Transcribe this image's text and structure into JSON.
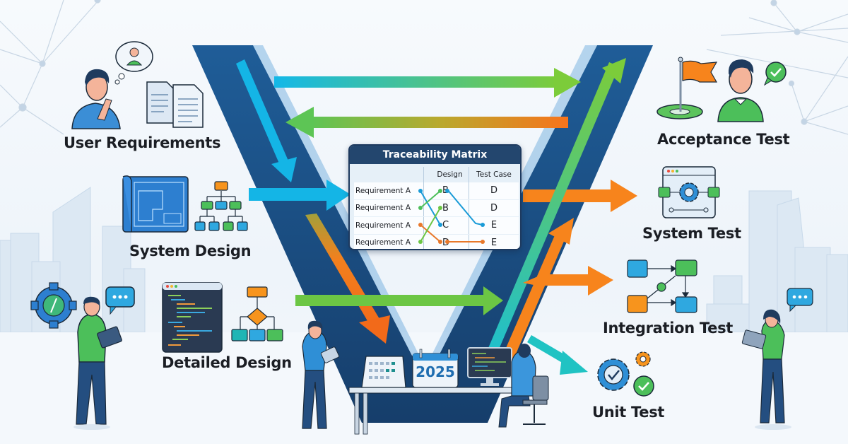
{
  "diagram": {
    "type": "v-model",
    "left_phases": [
      {
        "id": "user-requirements",
        "label": "User Requirements"
      },
      {
        "id": "system-design",
        "label": "System Design"
      },
      {
        "id": "detailed-design",
        "label": "Detailed Design"
      }
    ],
    "right_phases": [
      {
        "id": "acceptance-test",
        "label": "Acceptance Test"
      },
      {
        "id": "system-test",
        "label": "System Test"
      },
      {
        "id": "integration-test",
        "label": "Integration Test"
      },
      {
        "id": "unit-test",
        "label": "Unit Test"
      }
    ],
    "colors": {
      "v_shape": "#1f5b94",
      "v_dark": "#173f6b",
      "arrow_cyan": "#14b5e6",
      "arrow_green": "#6cc644",
      "arrow_orange": "#f57c1f",
      "arrow_teal": "#20c3c3",
      "label_text": "#1b1e24"
    }
  },
  "traceability_matrix": {
    "title": "Traceability Matrix",
    "columns": [
      "",
      "Design",
      "Test Case"
    ],
    "rows": [
      {
        "requirement": "Requirement A",
        "design": "B",
        "test_case": "D"
      },
      {
        "requirement": "Requirement A",
        "design": "B",
        "test_case": "D"
      },
      {
        "requirement": "Requirement A",
        "design": "C",
        "test_case": "E"
      },
      {
        "requirement": "Requirement A",
        "design": "D",
        "test_case": "E"
      }
    ],
    "links": [
      {
        "from": "req-1",
        "to": "design-3",
        "color": "#1a9bd7"
      },
      {
        "from": "req-2",
        "to": "design-1",
        "color": "#4cbf5a"
      },
      {
        "from": "req-3",
        "to": "design-4",
        "color": "#e8782a"
      },
      {
        "from": "req-4",
        "to": "design-2",
        "color": "#6cc644"
      },
      {
        "from": "design-1",
        "to": "test-3",
        "color": "#1a9bd7"
      },
      {
        "from": "design-4",
        "to": "test-4",
        "color": "#e8782a"
      }
    ]
  },
  "desk": {
    "calendar_year": "2025"
  },
  "icons": {
    "user_requirements": [
      "thinking-person-icon",
      "thought-bubble-icon",
      "documents-icon"
    ],
    "system_design": [
      "blueprint-icon",
      "hierarchy-icon"
    ],
    "detailed_design": [
      "code-window-icon",
      "flowchart-icon",
      "gear-code-icon",
      "chat-bubble-icon"
    ],
    "acceptance_test": [
      "flag-icon",
      "person-icon",
      "check-bubble-icon"
    ],
    "system_test": [
      "system-window-gear-icon"
    ],
    "integration_test": [
      "integration-flow-icon"
    ],
    "unit_test": [
      "gear-check-icon",
      "small-gear-icon",
      "check-circle-icon"
    ]
  }
}
